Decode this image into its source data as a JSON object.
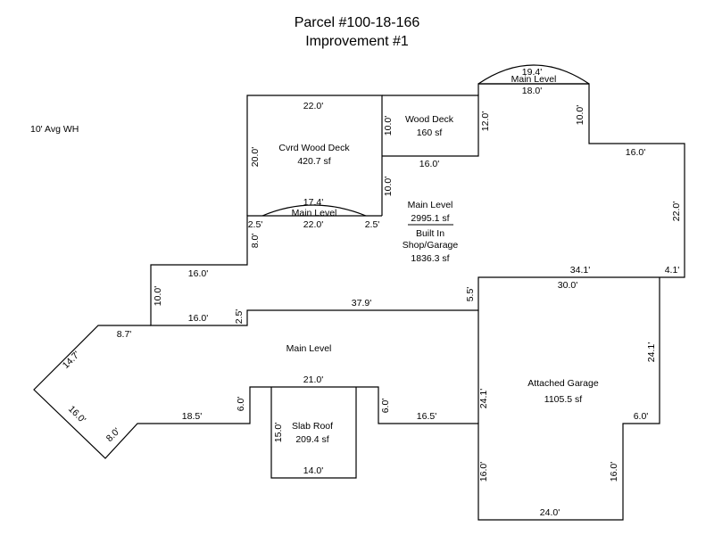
{
  "title": {
    "line1": "Parcel #100-18-166",
    "line2": "Improvement #1"
  },
  "note": "10' Avg WH",
  "areas": {
    "cvrd_wood_deck": {
      "name": "Cvrd Wood Deck",
      "size": "420.7 sf"
    },
    "wood_deck": {
      "name": "Wood Deck",
      "size": "160 sf"
    },
    "main_level_center": {
      "name": "Main Level",
      "size": "2995.1 sf"
    },
    "shop_garage": {
      "name_line1": "Built In",
      "name_line2": "Shop/Garage",
      "size": "1836.3 sf"
    },
    "main_level_left": {
      "name": "Main Level"
    },
    "attached_garage": {
      "name": "Attached Garage",
      "size": "1105.5 sf"
    },
    "slab_roof": {
      "name": "Slab Roof",
      "size": "209.4 sf"
    },
    "bay_top": {
      "name": "Main Level"
    },
    "bay_deck": {
      "name": "Main Level"
    }
  },
  "dims": {
    "cvrd_top": "22.0'",
    "cvrd_left": "20.0'",
    "cvrd_right": "10.0'",
    "cvrd_right_lower": "10.0'",
    "bay_deck_chord": "17.4'",
    "bay_deck_base": "22.0'",
    "bay_deck_left": "2.5'",
    "bay_deck_right": "2.5'",
    "wood_deck_left": "10.0'",
    "wood_deck_right": "12.0'",
    "wood_deck_bottom": "16.0'",
    "bay_top_arc": "19.4'",
    "bay_top_chord": "18.0'",
    "top_right_drop": "10.0'",
    "step_right": "16.0'",
    "right_side": "22.0'",
    "garage_top_left": "34.1'",
    "garage_top_right": "4.1'",
    "garage_top_inner": "30.0'",
    "garage_right": "24.1'",
    "garage_left": "24.1'",
    "garage_notch": "6.0'",
    "garage_lower_left": "16.0'",
    "garage_lower_right": "16.0'",
    "garage_bottom": "24.0'",
    "left_step_8": "8.0'",
    "left_top_16": "16.0'",
    "left_drop_10": "10.0'",
    "left_mid_16": "16.0'",
    "left_step_25": "2.5'",
    "mid_top_379": "37.9'",
    "mid_step_55": "5.5'",
    "diag_87": "8.7'",
    "diag_147": "14.7'",
    "diag_160": "16.0'",
    "diag_80": "8.0'",
    "bottom_185": "18.5'",
    "slab_left_60": "6.0'",
    "slab_top": "21.0'",
    "slab_right_60": "6.0'",
    "bottom_165": "16.5'",
    "slab_side": "15.0'",
    "slab_bottom": "14.0'"
  }
}
